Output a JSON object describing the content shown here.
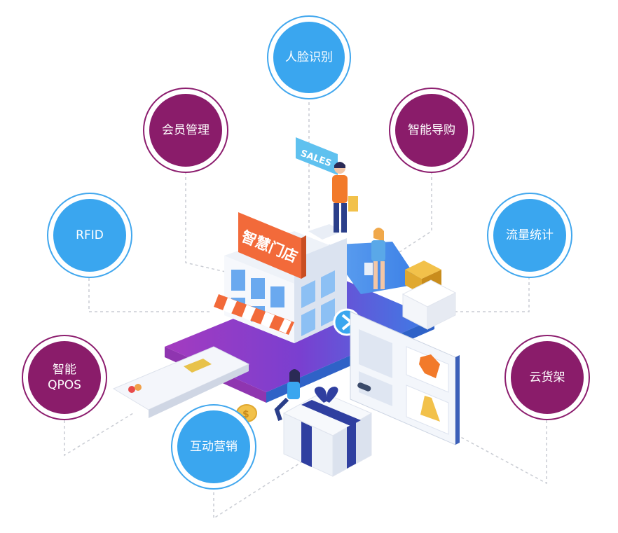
{
  "diagram": {
    "center_sign": "智慧门店",
    "sales_sign": "SALES",
    "nodes": [
      {
        "id": "face",
        "label": "人脸识别",
        "style": "blue"
      },
      {
        "id": "member",
        "label": "会员管理",
        "style": "purple"
      },
      {
        "id": "guide",
        "label": "智能导购",
        "style": "purple"
      },
      {
        "id": "rfid",
        "label": "RFID",
        "style": "blue"
      },
      {
        "id": "traffic",
        "label": "流量统计",
        "style": "blue"
      },
      {
        "id": "qpos",
        "label": "智能\nQPOS",
        "style": "purple"
      },
      {
        "id": "shelf",
        "label": "云货架",
        "style": "purple"
      },
      {
        "id": "marketing",
        "label": "互动营销",
        "style": "blue"
      }
    ],
    "colors": {
      "blue": "#3aa6ef",
      "purple": "#8a1c6a",
      "sign_orange": "#f26a3a",
      "platform_purple": "#7a3fd0"
    }
  }
}
